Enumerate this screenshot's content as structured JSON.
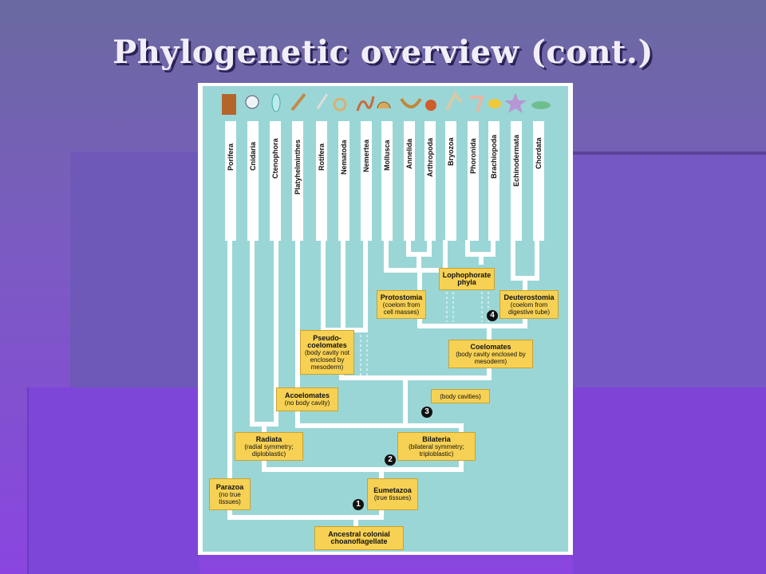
{
  "slide": {
    "title": "Phylogenetic overview (cont.)",
    "colors": {
      "background": "#7a5cc0",
      "figure_bg": "#9bd6d6",
      "label_box": "#f7d154",
      "branch": "#ffffff"
    }
  },
  "phyla": [
    "Porifera",
    "Cnidaria",
    "Ctenophora",
    "Platyhelminthes",
    "Rotifera",
    "Nematoda",
    "Nemertea",
    "Mollusca",
    "Annelida",
    "Arthropoda",
    "Bryozoa",
    "Phoronida",
    "Brachiopoda",
    "Echinodermata",
    "Chordata"
  ],
  "groups": {
    "lophophorate": {
      "title": "Lophophorate",
      "sub": "phyla"
    },
    "protostomia": {
      "title": "Protostomia",
      "sub": "(coelom from cell masses)"
    },
    "deuterostomia": {
      "title": "Deuterostomia",
      "sub": "(coelom from digestive tube)"
    },
    "pseudocoelomates": {
      "title": "Pseudo-coelomates",
      "sub": "(body cavity not enclosed by mesoderm)"
    },
    "coelomates": {
      "title": "Coelomates",
      "sub": "(body cavity enclosed by mesoderm)"
    },
    "acoelomates": {
      "title": "Acoelomates",
      "sub": "(no body cavity)"
    },
    "body_cavities": {
      "title": "",
      "sub": "(body cavities)"
    },
    "radiata": {
      "title": "Radiata",
      "sub": "(radial symmetry; diploblastic)"
    },
    "bilateria": {
      "title": "Bilateria",
      "sub": "(bilateral symmetry; triploblastic)"
    },
    "parazoa": {
      "title": "Parazoa",
      "sub": "(no true tissues)"
    },
    "eumetazoa": {
      "title": "Eumetazoa",
      "sub": "(true tissues)"
    },
    "ancestor": {
      "title": "Ancestral colonial choanoflagellate",
      "sub": ""
    }
  },
  "nodes": [
    "1",
    "2",
    "3",
    "4"
  ]
}
